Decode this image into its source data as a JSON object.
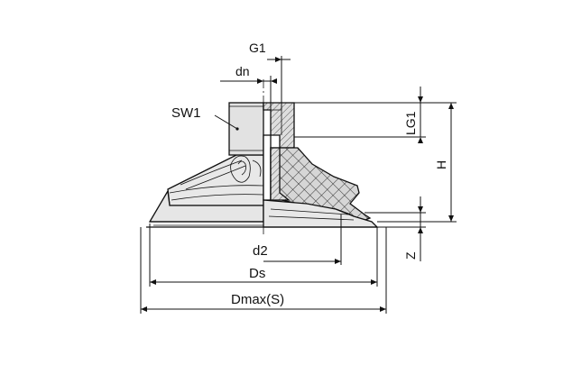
{
  "labels": {
    "g1": "G1",
    "dn": "dn",
    "sw1": "SW1",
    "lg1": "LG1",
    "h": "H",
    "z": "Z",
    "d2": "d2",
    "ds": "Ds",
    "dmax": "Dmax(S)"
  },
  "colors": {
    "line": "#111111",
    "body_fill": "#e7e7e7",
    "hatch_fill": "#d4d4d4",
    "background": "#ffffff"
  }
}
